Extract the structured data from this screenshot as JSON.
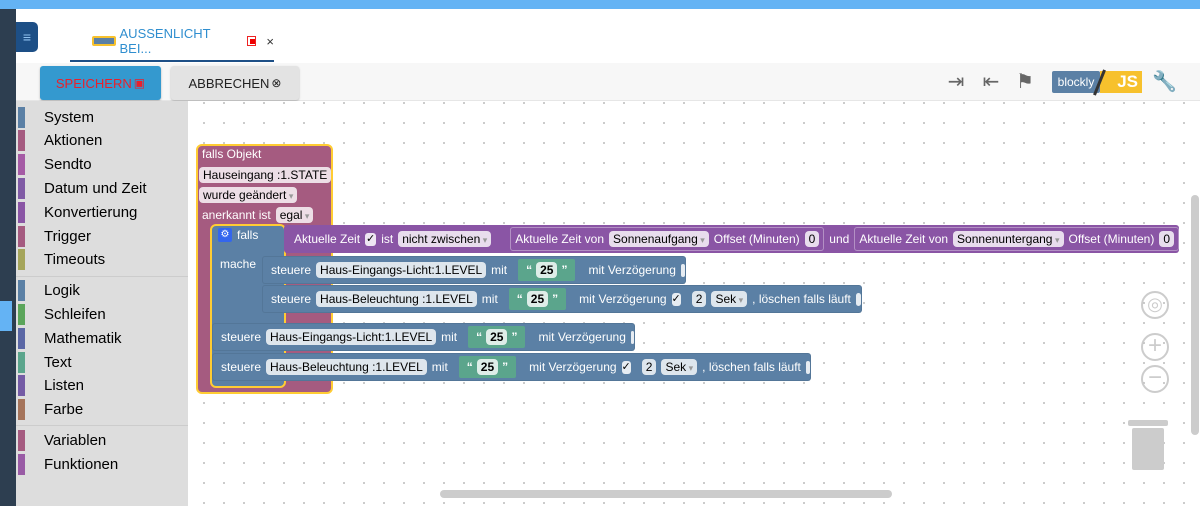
{
  "tab": {
    "title": "AUSSENLICHT BEI...",
    "close": "×"
  },
  "toolbar": {
    "save": "SPEICHERN",
    "cancel": "ABBRECHEN",
    "blockly": "blockly",
    "js": "JS"
  },
  "toolbox": {
    "groups": [
      [
        {
          "label": "System",
          "color": "#5b80a5"
        },
        {
          "label": "Aktionen",
          "color": "#a55b80"
        },
        {
          "label": "Sendto",
          "color": "#a55ba5"
        },
        {
          "label": "Datum und Zeit",
          "color": "#805ba5"
        },
        {
          "label": "Konvertierung",
          "color": "#8a55a5"
        },
        {
          "label": "Trigger",
          "color": "#a55b80"
        },
        {
          "label": "Timeouts",
          "color": "#a5a55b"
        }
      ],
      [
        {
          "label": "Logik",
          "color": "#5b80a5"
        },
        {
          "label": "Schleifen",
          "color": "#5ba55b"
        },
        {
          "label": "Mathematik",
          "color": "#5b67a5"
        },
        {
          "label": "Text",
          "color": "#5ba58c"
        },
        {
          "label": "Listen",
          "color": "#745ba5"
        },
        {
          "label": "Farbe",
          "color": "#a5745b"
        }
      ],
      [
        {
          "label": "Variablen",
          "color": "#a55b80"
        },
        {
          "label": "Funktionen",
          "color": "#995ba5"
        }
      ]
    ]
  },
  "blocks": {
    "trigger": {
      "label": "falls Objekt",
      "object": "Hauseingang :1.STATE",
      "event": "wurde geändert",
      "ack_label": "anerkannt ist",
      "ack": "egal"
    },
    "if": {
      "label": "falls",
      "do": "mache"
    },
    "cond": {
      "time": "Aktuelle Zeit",
      "check": "✓",
      "is": "ist",
      "op": "nicht zwischen",
      "from_label": "Aktuelle Zeit von",
      "from": "Sonnenaufgang",
      "offset_label": "Offset (Minuten)",
      "from_offset": "0",
      "and": "und",
      "to": "Sonnenuntergang",
      "to_offset": "0"
    },
    "control": [
      {
        "label": "steuere",
        "object": "Haus-Eingangs-Licht:1.LEVEL",
        "with": "mit",
        "value": "25",
        "delay_label": "mit Verzögerung"
      },
      {
        "label": "steuere",
        "object": "Haus-Beleuchtung :1.LEVEL",
        "with": "mit",
        "value": "25",
        "delay_label": "mit Verzögerung",
        "delay_check": "✓",
        "delay": "2",
        "unit": "Sek",
        "clear_label": ", löschen falls läuft"
      },
      {
        "label": "steuere",
        "object": "Haus-Eingangs-Licht:1.LEVEL",
        "with": "mit",
        "value": "25",
        "delay_label": "mit Verzögerung"
      },
      {
        "label": "steuere",
        "object": "Haus-Beleuchtung :1.LEVEL",
        "with": "mit",
        "value": "25",
        "delay_label": "mit Verzögerung",
        "delay_check": "✓",
        "delay": "2",
        "unit": "Sek",
        "clear_label": ", löschen falls läuft"
      }
    ],
    "quote_open": "“",
    "quote_close": "”"
  }
}
